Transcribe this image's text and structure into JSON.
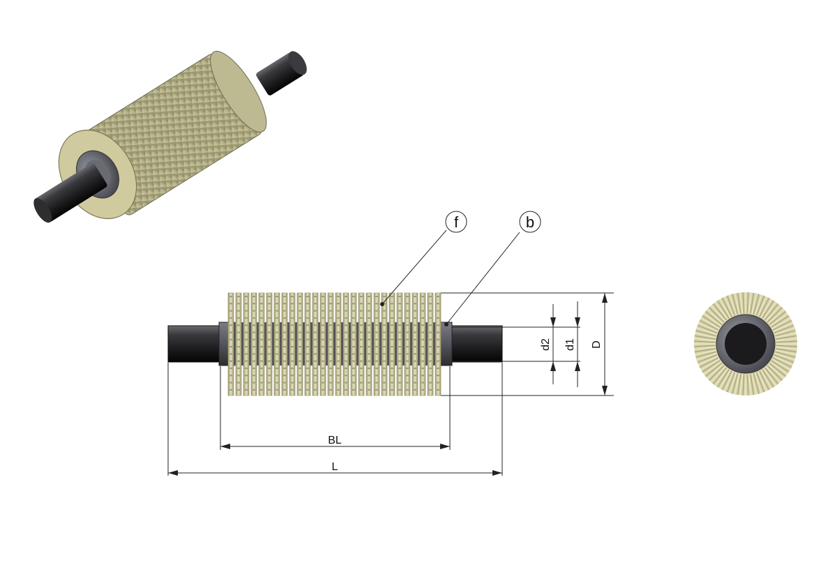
{
  "callouts": {
    "fin": "f",
    "base_tube": "b"
  },
  "dimensions": {
    "bare_length": "BL",
    "total_length": "L",
    "outer_diameter": "D",
    "tube_outer_diameter": "d1",
    "tube_inner_diameter": "d2"
  },
  "colors": {
    "fin": "#d8d4a8",
    "fin_shade": "#8c8a66",
    "tube": "#2a2a2c",
    "sleeve": "#55565c",
    "line": "#222222"
  }
}
